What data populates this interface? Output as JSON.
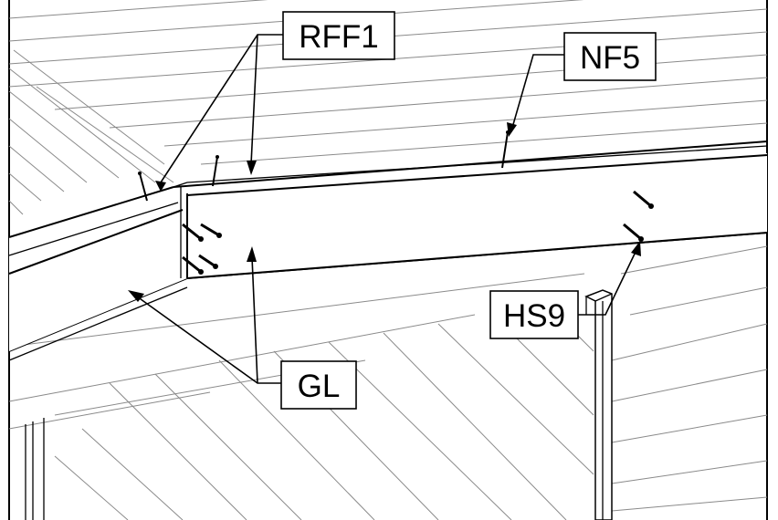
{
  "labels": {
    "rff1": "RFF1",
    "nf5": "NF5",
    "gl": "GL",
    "hs9": "HS9"
  },
  "colors": {
    "line": "#000000",
    "hatch": "#8a8a8a",
    "background": "#ffffff"
  }
}
